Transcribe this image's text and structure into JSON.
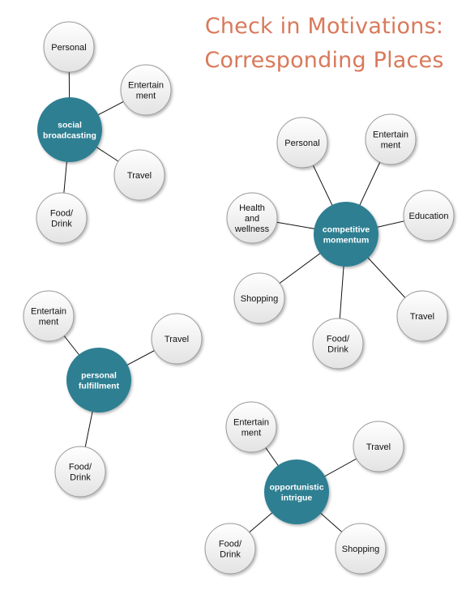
{
  "title": {
    "line1": "Check in Motivations:",
    "line2": "Corresponding Places"
  },
  "colors": {
    "hub": "#2f7f92",
    "leaf_top": "#ffffff",
    "leaf_bottom": "#e3e3e3",
    "line": "#111111",
    "title": "#d9795a"
  },
  "clusters": [
    {
      "hub_label": [
        "social",
        "broadcasting"
      ],
      "leaves": [
        {
          "label": [
            "Personal"
          ]
        },
        {
          "label": [
            "Entertain",
            "ment"
          ]
        },
        {
          "label": [
            "Travel"
          ]
        },
        {
          "label": [
            "Food/",
            "Drink"
          ]
        }
      ]
    },
    {
      "hub_label": [
        "competitive",
        "momentum"
      ],
      "leaves": [
        {
          "label": [
            "Personal"
          ]
        },
        {
          "label": [
            "Entertain",
            "ment"
          ]
        },
        {
          "label": [
            "Education"
          ]
        },
        {
          "label": [
            "Travel"
          ]
        },
        {
          "label": [
            "Food/",
            "Drink"
          ]
        },
        {
          "label": [
            "Shopping"
          ]
        },
        {
          "label": [
            "Health",
            "and",
            "wellness"
          ]
        }
      ]
    },
    {
      "hub_label": [
        "personal",
        "fulfillment"
      ],
      "leaves": [
        {
          "label": [
            "Entertain",
            "ment"
          ]
        },
        {
          "label": [
            "Travel"
          ]
        },
        {
          "label": [
            "Food/",
            "Drink"
          ]
        }
      ]
    },
    {
      "hub_label": [
        "opportunistic",
        "intrigue"
      ],
      "leaves": [
        {
          "label": [
            "Entertain",
            "ment"
          ]
        },
        {
          "label": [
            "Travel"
          ]
        },
        {
          "label": [
            "Shopping"
          ]
        },
        {
          "label": [
            "Food/",
            "Drink"
          ]
        }
      ]
    }
  ]
}
